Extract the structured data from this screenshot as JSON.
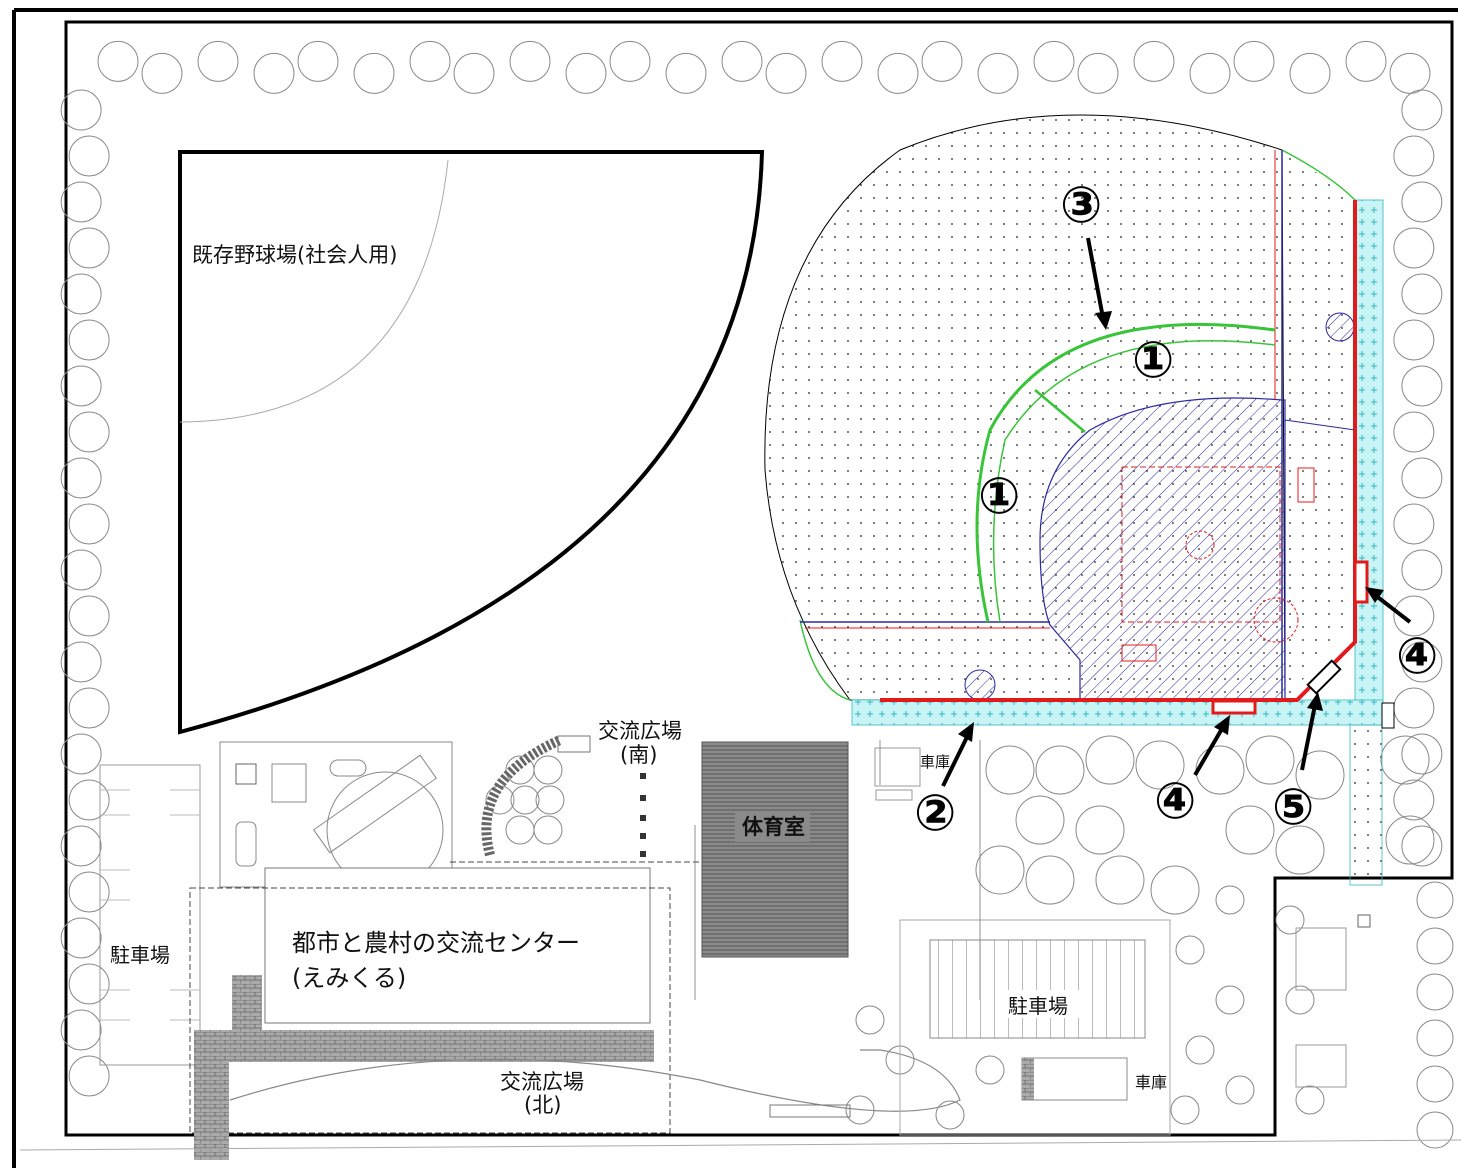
{
  "labels": {
    "existing_field": "既存野球場(社会人用)",
    "plaza_south_1": "交流広場",
    "plaza_south_2": "(南)",
    "gym": "体育室",
    "garage_top": "車庫",
    "parking_west": "駐車場",
    "center_1": "都市と農村の交流センター",
    "center_2": "(えみくる)",
    "parking_east": "駐車場",
    "garage_bottom": "車庫",
    "plaza_north_1": "交流広場",
    "plaza_north_2": "(北)"
  },
  "markers": [
    {
      "id": "m1a",
      "text": "①"
    },
    {
      "id": "m1b",
      "text": "①"
    },
    {
      "id": "m2",
      "text": "②"
    },
    {
      "id": "m3",
      "text": "③"
    },
    {
      "id": "m4a",
      "text": "④"
    },
    {
      "id": "m4b",
      "text": "④"
    },
    {
      "id": "m5",
      "text": "⑤"
    }
  ],
  "colors": {
    "border": "#000000",
    "red_fence": "#e11b1b",
    "green_line": "#39c43a",
    "blue_hatch": "#2a2aa0",
    "cyan_fill": "#bff2f4",
    "tree": "#888888"
  }
}
